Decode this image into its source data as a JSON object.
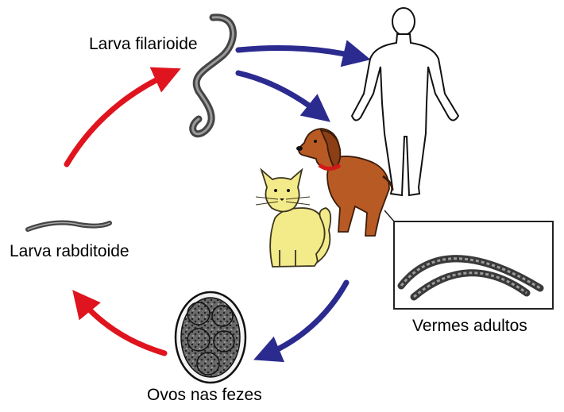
{
  "labels": {
    "filarioid_larva": "Larva filarioide",
    "rhabditoid_larva": "Larva rabditoide",
    "eggs_in_feces": "Ovos nas fezes",
    "adult_worms": "Vermes adultos"
  },
  "colors": {
    "blue_arrow": "#2b2b8f",
    "red_arrow": "#e0141e",
    "cat": "#f3ea8a",
    "dog": "#b85a24",
    "dog_collar": "#d21a1a",
    "worm": "#4a4a4a",
    "egg_shell": "#f2f2f2"
  },
  "icons": [
    "filarioid-larva-icon",
    "human-silhouette-icon",
    "dog-icon",
    "cat-icon",
    "adult-worms-icon",
    "egg-icon",
    "rhabditoid-larva-icon"
  ]
}
